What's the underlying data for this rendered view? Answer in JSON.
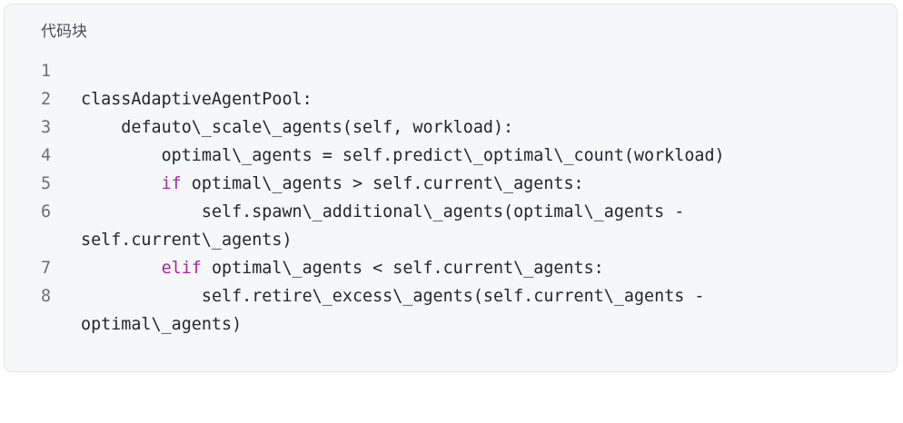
{
  "block": {
    "title": "代码块"
  },
  "lines": [
    {
      "no": "1",
      "indent": "",
      "keyword": "",
      "text": ""
    },
    {
      "no": "2",
      "indent": "",
      "keyword": "",
      "text": "classAdaptiveAgentPool:"
    },
    {
      "no": "3",
      "indent": "    ",
      "keyword": "",
      "text": "defauto\\_scale\\_agents(self, workload):"
    },
    {
      "no": "4",
      "indent": "        ",
      "keyword": "",
      "text": "optimal\\_agents = self.predict\\_optimal\\_count(workload)"
    },
    {
      "no": "5",
      "indent": "        ",
      "keyword": "if",
      "text": " optimal\\_agents > self.current\\_agents:"
    },
    {
      "no": "6",
      "indent": "            ",
      "keyword": "",
      "text": "self.spawn\\_additional\\_agents(optimal\\_agents -"
    },
    {
      "no": "",
      "indent": "",
      "keyword": "",
      "text": "self.current\\_agents)"
    },
    {
      "no": "7",
      "indent": "        ",
      "keyword": "elif",
      "text": " optimal\\_agents < self.current\\_agents:"
    },
    {
      "no": "8",
      "indent": "            ",
      "keyword": "",
      "text": "self.retire\\_excess\\_agents(self.current\\_agents -"
    },
    {
      "no": "",
      "indent": "",
      "keyword": "",
      "text": "optimal\\_agents)"
    }
  ]
}
